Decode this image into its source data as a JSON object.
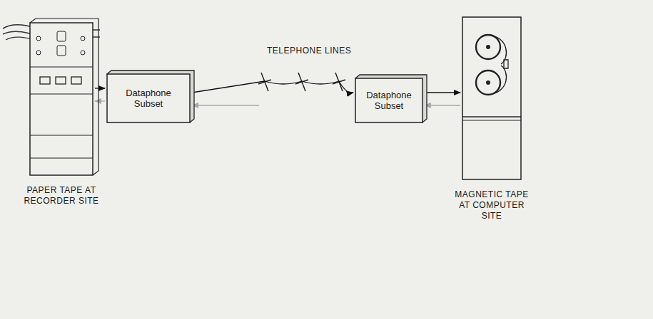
{
  "diagram": {
    "nodes": [
      {
        "text": [
          "PAPER TAPE AT RECORDER SITE"
        ]
      },
      {
        "text": [
          "Dataphone Subset"
        ]
      },
      {
        "text": [
          "Dataphone Subset"
        ]
      },
      {
        "text": [
          "MAGNETIC TAPE AT COMPUTER SITE"
        ]
      }
    ],
    "edges": [
      {
        "from": 0,
        "to": 1,
        "arrow": "both"
      },
      {
        "from": 1,
        "to": 2,
        "arrow": "both"
      },
      {
        "from": 2,
        "to": 3,
        "arrow": "both"
      }
    ],
    "labels": [
      "TELEPHONE LINES"
    ]
  }
}
